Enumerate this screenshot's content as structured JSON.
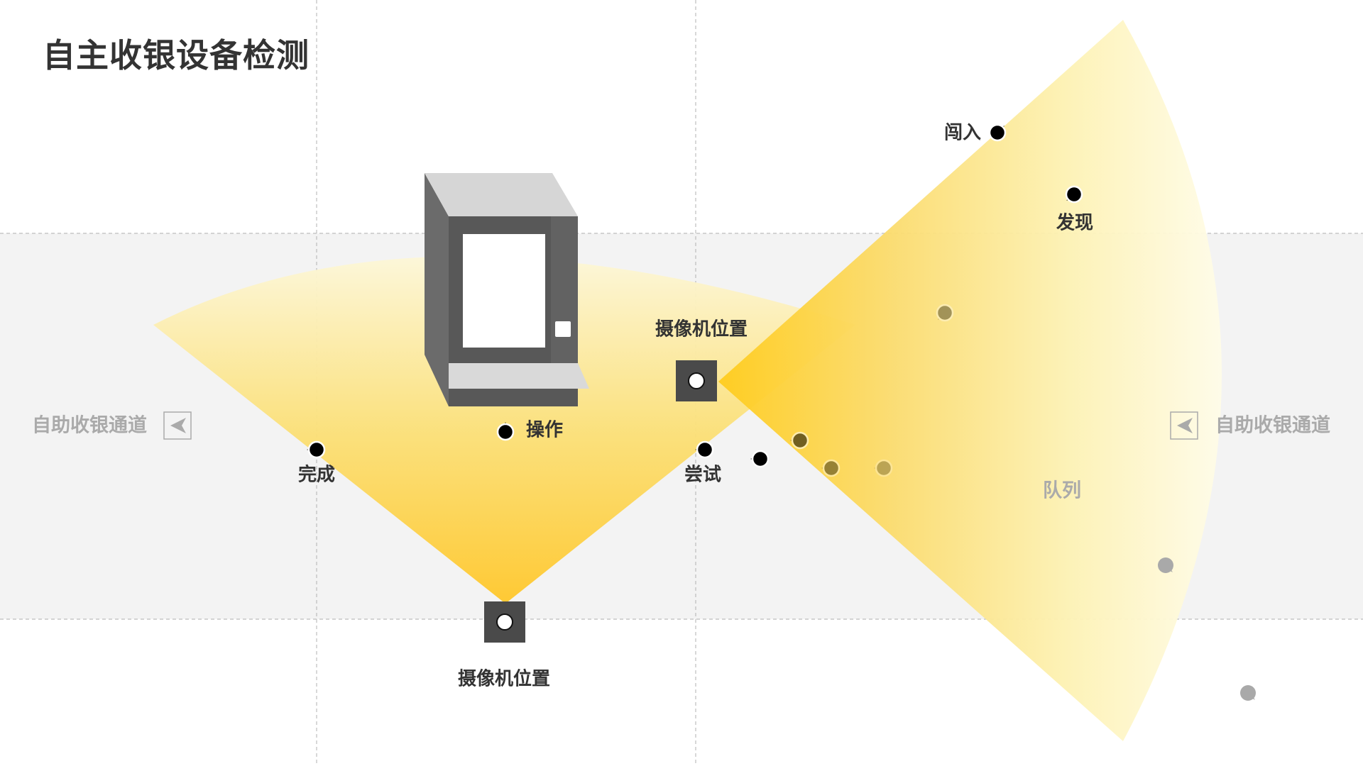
{
  "title": "自主收银设备检测",
  "lane": {
    "left_label": "自助收银通道",
    "right_label": "自助收银通道"
  },
  "camera_label_top": "摄像机位置",
  "camera_label_bottom": "摄像机位置",
  "queue_label": "队列",
  "markers": {
    "enter": "闯入",
    "discover": "发现",
    "operate": "操作",
    "complete": "完成",
    "try": "尝试"
  },
  "colors": {
    "cone_bright": "#ffcf1f",
    "cone_pale": "#fffbe0",
    "lane_band": "#f3f3f3",
    "terminal_dark": "#585858",
    "terminal_top": "#d6d6d6",
    "person_dark": "#000000",
    "person_grey": "#a9a9a9",
    "lane_arrow": "#aaaaaa"
  },
  "icons": [
    "camera-icon",
    "person-icon",
    "self-checkout-terminal-icon",
    "lane-direction-arrow-icon"
  ]
}
